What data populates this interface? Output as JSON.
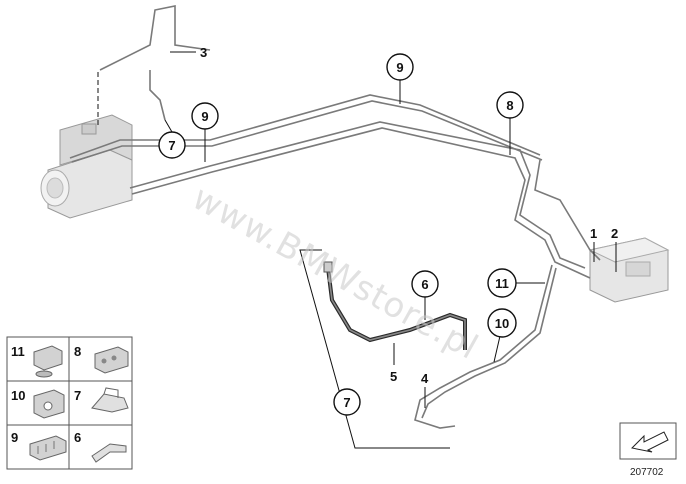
{
  "watermark": "www.BMWstore.pl",
  "callouts_circled": [
    {
      "id": "c9-top",
      "label": "9"
    },
    {
      "id": "c8",
      "label": "8"
    },
    {
      "id": "c9-left",
      "label": "9"
    },
    {
      "id": "c7-left",
      "label": "7"
    },
    {
      "id": "c6",
      "label": "6"
    },
    {
      "id": "c11",
      "label": "11"
    },
    {
      "id": "c10",
      "label": "10"
    },
    {
      "id": "c7-bottom",
      "label": "7"
    }
  ],
  "callouts_plain": [
    {
      "id": "p3",
      "label": "3"
    },
    {
      "id": "p1",
      "label": "1"
    },
    {
      "id": "p2",
      "label": "2"
    },
    {
      "id": "p5",
      "label": "5"
    },
    {
      "id": "p4",
      "label": "4"
    }
  ],
  "legend": [
    {
      "label": "11",
      "icon": "clip-holder-icon"
    },
    {
      "label": "8",
      "icon": "double-clip-icon"
    },
    {
      "label": "10",
      "icon": "clamp-block-icon"
    },
    {
      "label": "7",
      "icon": "bracket-clip-icon"
    },
    {
      "label": "9",
      "icon": "multi-clip-icon"
    },
    {
      "label": "6",
      "icon": "spring-clip-icon"
    }
  ],
  "reference_number": "207702",
  "icons": {
    "corner_arrow": "arrow-nav-icon",
    "abs_unit": "abs-hydraulic-unit-icon",
    "control_unit": "control-unit-icon",
    "brake_hose": "brake-hose-icon"
  },
  "colors": {
    "line": "#1a1a1a",
    "pipe": "#7a7a7a",
    "part_fill": "#e3e3e3",
    "watermark": "#c8c8c8"
  }
}
